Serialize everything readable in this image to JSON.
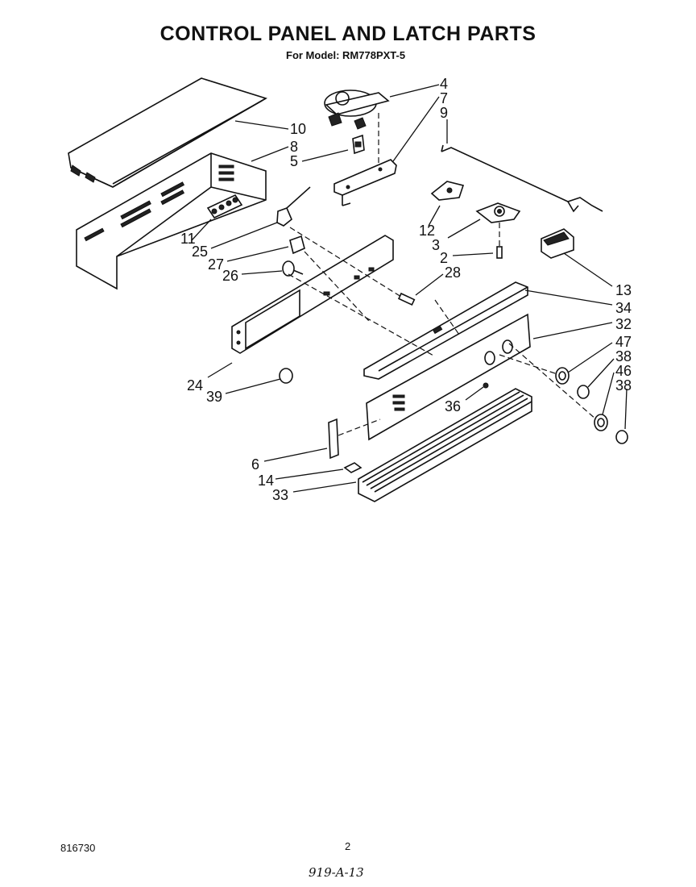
{
  "title": "CONTROL PANEL AND LATCH PARTS",
  "subtitle": "For Model: RM778PXT-5",
  "title_mark": "'",
  "callouts": {
    "c4": "4",
    "c7": "7",
    "c9": "9",
    "c10": "10",
    "c8": "8",
    "c5": "5",
    "c12": "12",
    "c3": "3",
    "c2": "2",
    "c11": "11",
    "c25": "25",
    "c27": "27",
    "c26": "26",
    "c28": "28",
    "c13": "13",
    "c34": "34",
    "c32": "32",
    "c47": "47",
    "c38a": "38",
    "c46": "46",
    "c38b": "38",
    "c24": "24",
    "c39": "39",
    "c36": "36",
    "c6": "6",
    "c14": "14",
    "c33": "33"
  },
  "footer": {
    "part_number": "816730",
    "page": "2",
    "code": "919-A-13"
  }
}
